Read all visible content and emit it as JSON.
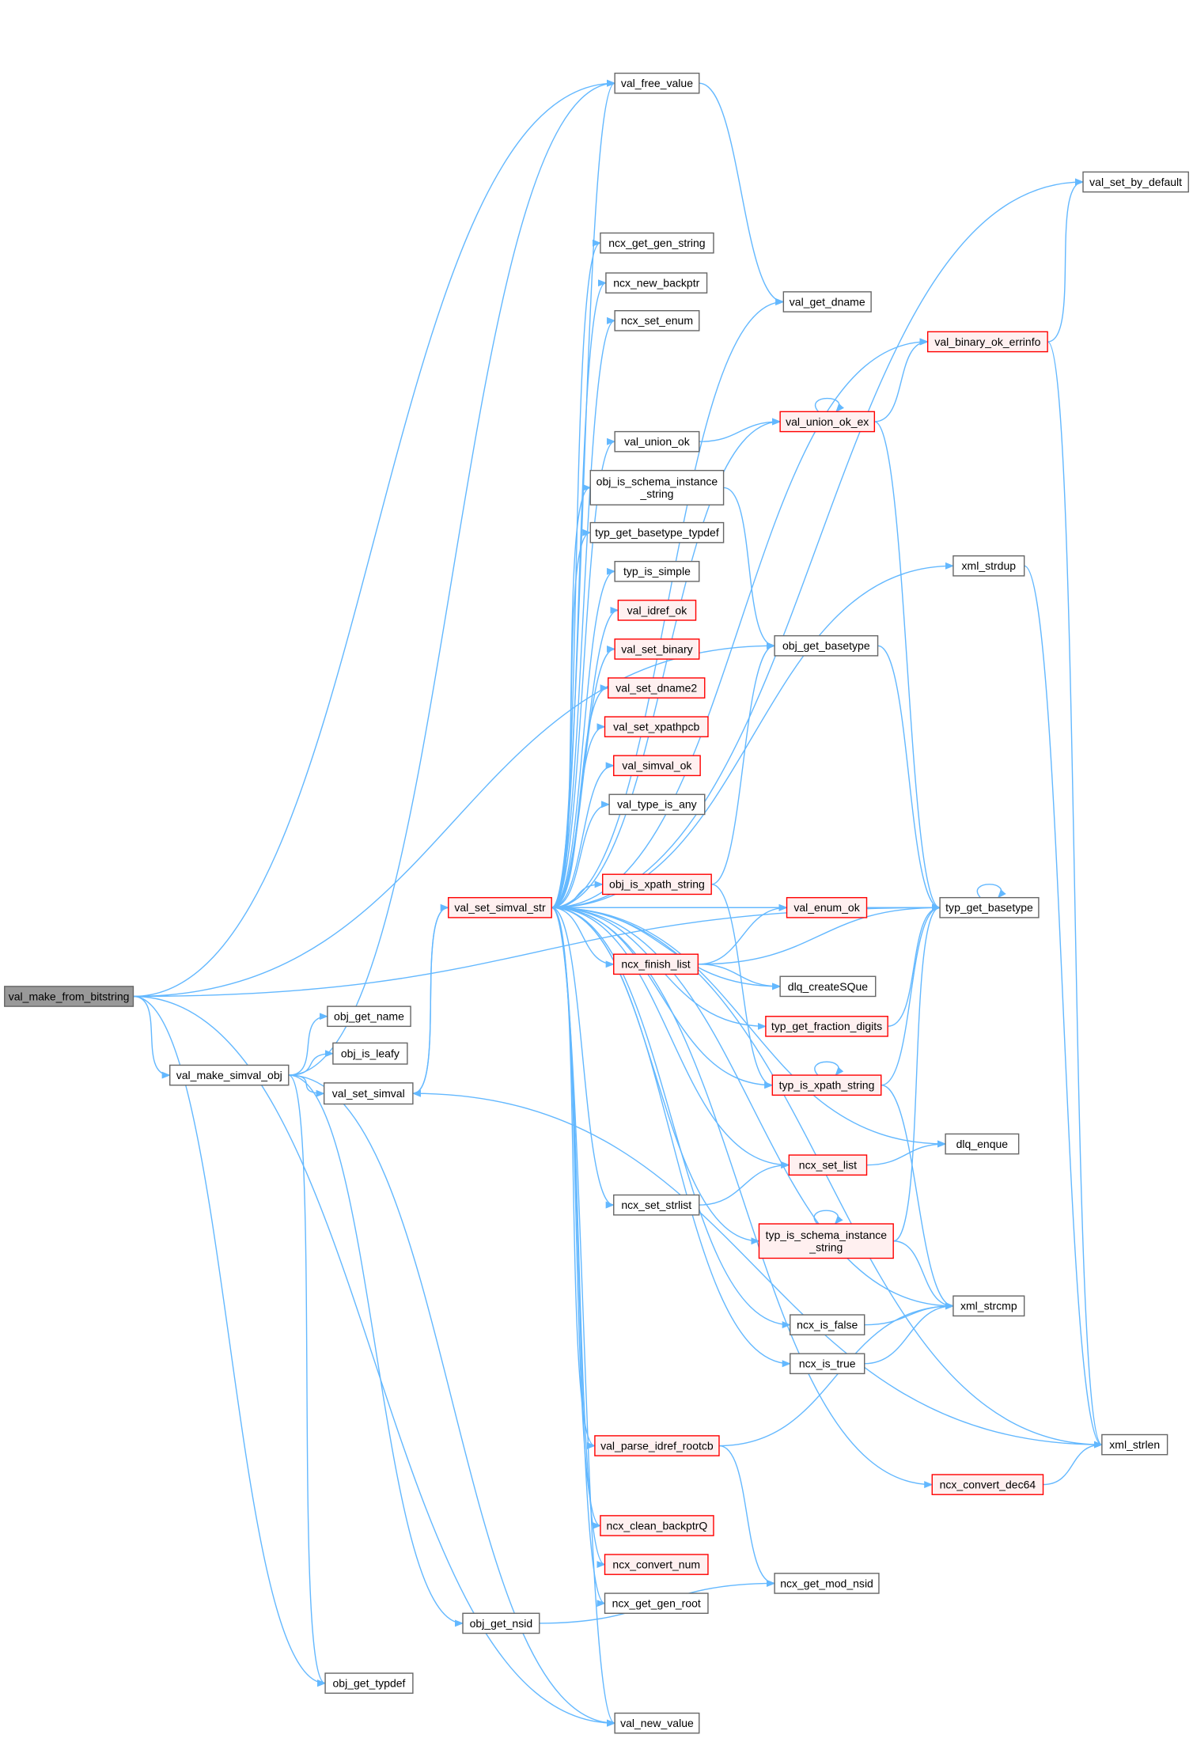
{
  "graph": {
    "edge_color": "#63b8ff",
    "root_fill": "#999999",
    "truncated_border": "#ff0000",
    "nodes": {
      "val_make_from_bitstring": {
        "lines": [
          "val_make_from_bitstring"
        ],
        "kind": "root"
      },
      "val_make_simval_obj": {
        "lines": [
          "val_make_simval_obj"
        ],
        "kind": "normal"
      },
      "obj_get_name": {
        "lines": [
          "obj_get_name"
        ],
        "kind": "normal"
      },
      "obj_is_leafy": {
        "lines": [
          "obj_is_leafy"
        ],
        "kind": "normal"
      },
      "val_set_simval": {
        "lines": [
          "val_set_simval"
        ],
        "kind": "normal"
      },
      "obj_get_nsid": {
        "lines": [
          "obj_get_nsid"
        ],
        "kind": "normal"
      },
      "obj_get_typdef": {
        "lines": [
          "obj_get_typdef"
        ],
        "kind": "normal"
      },
      "val_set_simval_str": {
        "lines": [
          "val_set_simval_str"
        ],
        "kind": "truncated"
      },
      "val_free_value": {
        "lines": [
          "val_free_value"
        ],
        "kind": "normal"
      },
      "ncx_get_gen_string": {
        "lines": [
          "ncx_get_gen_string"
        ],
        "kind": "normal"
      },
      "ncx_new_backptr": {
        "lines": [
          "ncx_new_backptr"
        ],
        "kind": "normal"
      },
      "ncx_set_enum": {
        "lines": [
          "ncx_set_enum"
        ],
        "kind": "normal"
      },
      "val_union_ok": {
        "lines": [
          "val_union_ok"
        ],
        "kind": "normal"
      },
      "obj_is_schema_instance_string": {
        "lines": [
          "obj_is_schema_instance",
          "_string"
        ],
        "kind": "normal"
      },
      "typ_get_basetype_typdef": {
        "lines": [
          "typ_get_basetype_typdef"
        ],
        "kind": "normal"
      },
      "typ_is_simple": {
        "lines": [
          "typ_is_simple"
        ],
        "kind": "normal"
      },
      "val_idref_ok": {
        "lines": [
          "val_idref_ok"
        ],
        "kind": "truncated"
      },
      "val_set_binary": {
        "lines": [
          "val_set_binary"
        ],
        "kind": "truncated"
      },
      "val_set_dname2": {
        "lines": [
          "val_set_dname2"
        ],
        "kind": "truncated"
      },
      "val_set_xpathpcb": {
        "lines": [
          "val_set_xpathpcb"
        ],
        "kind": "truncated"
      },
      "val_simval_ok": {
        "lines": [
          "val_simval_ok"
        ],
        "kind": "truncated"
      },
      "val_type_is_any": {
        "lines": [
          "val_type_is_any"
        ],
        "kind": "normal"
      },
      "obj_is_xpath_string": {
        "lines": [
          "obj_is_xpath_string"
        ],
        "kind": "truncated"
      },
      "ncx_finish_list": {
        "lines": [
          "ncx_finish_list"
        ],
        "kind": "truncated"
      },
      "ncx_set_strlist": {
        "lines": [
          "ncx_set_strlist"
        ],
        "kind": "normal"
      },
      "val_parse_idref_rootcb": {
        "lines": [
          "val_parse_idref_rootcb"
        ],
        "kind": "truncated"
      },
      "ncx_clean_backptrQ": {
        "lines": [
          "ncx_clean_backptrQ"
        ],
        "kind": "truncated"
      },
      "ncx_convert_num": {
        "lines": [
          "ncx_convert_num"
        ],
        "kind": "truncated"
      },
      "ncx_get_gen_root": {
        "lines": [
          "ncx_get_gen_root"
        ],
        "kind": "normal"
      },
      "val_new_value": {
        "lines": [
          "val_new_value"
        ],
        "kind": "normal"
      },
      "val_get_dname": {
        "lines": [
          "val_get_dname"
        ],
        "kind": "normal"
      },
      "val_union_ok_ex": {
        "lines": [
          "val_union_ok_ex"
        ],
        "kind": "truncated"
      },
      "obj_get_basetype": {
        "lines": [
          "obj_get_basetype"
        ],
        "kind": "normal"
      },
      "val_enum_ok": {
        "lines": [
          "val_enum_ok"
        ],
        "kind": "truncated"
      },
      "dlq_createSQue": {
        "lines": [
          "dlq_createSQue"
        ],
        "kind": "normal"
      },
      "typ_get_fraction_digits": {
        "lines": [
          "typ_get_fraction_digits"
        ],
        "kind": "truncated"
      },
      "typ_is_xpath_string": {
        "lines": [
          "typ_is_xpath_string"
        ],
        "kind": "truncated"
      },
      "ncx_set_list": {
        "lines": [
          "ncx_set_list"
        ],
        "kind": "truncated"
      },
      "typ_is_schema_instance_string": {
        "lines": [
          "typ_is_schema_instance",
          "_string"
        ],
        "kind": "truncated"
      },
      "ncx_is_false": {
        "lines": [
          "ncx_is_false"
        ],
        "kind": "normal"
      },
      "ncx_is_true": {
        "lines": [
          "ncx_is_true"
        ],
        "kind": "normal"
      },
      "ncx_get_mod_nsid": {
        "lines": [
          "ncx_get_mod_nsid"
        ],
        "kind": "normal"
      },
      "ncx_convert_dec64": {
        "lines": [
          "ncx_convert_dec64"
        ],
        "kind": "truncated"
      },
      "val_set_by_default": {
        "lines": [
          "val_set_by_default"
        ],
        "kind": "normal"
      },
      "val_binary_ok_errinfo": {
        "lines": [
          "val_binary_ok_errinfo"
        ],
        "kind": "truncated"
      },
      "xml_strdup": {
        "lines": [
          "xml_strdup"
        ],
        "kind": "normal"
      },
      "typ_get_basetype": {
        "lines": [
          "typ_get_basetype"
        ],
        "kind": "normal"
      },
      "dlq_enque": {
        "lines": [
          "dlq_enque"
        ],
        "kind": "normal"
      },
      "xml_strcmp": {
        "lines": [
          "xml_strcmp"
        ],
        "kind": "normal"
      },
      "xml_strlen": {
        "lines": [
          "xml_strlen"
        ],
        "kind": "normal"
      }
    },
    "edges": [
      [
        "val_make_from_bitstring",
        "val_make_simval_obj"
      ],
      [
        "val_make_from_bitstring",
        "val_free_value"
      ],
      [
        "val_make_from_bitstring",
        "obj_get_basetype"
      ],
      [
        "val_make_from_bitstring",
        "typ_get_basetype"
      ],
      [
        "val_make_from_bitstring",
        "obj_get_typdef"
      ],
      [
        "val_make_from_bitstring",
        "val_new_value"
      ],
      [
        "val_make_simval_obj",
        "obj_get_name"
      ],
      [
        "val_make_simval_obj",
        "obj_is_leafy"
      ],
      [
        "val_make_simval_obj",
        "val_set_simval"
      ],
      [
        "val_make_simval_obj",
        "val_free_value"
      ],
      [
        "val_make_simval_obj",
        "obj_get_nsid"
      ],
      [
        "val_make_simval_obj",
        "obj_get_typdef"
      ],
      [
        "val_make_simval_obj",
        "val_new_value"
      ],
      [
        "val_set_simval",
        "val_set_simval_str"
      ],
      [
        "val_set_simval_str",
        "val_set_simval"
      ],
      [
        "val_set_simval",
        "xml_strlen"
      ],
      [
        "val_set_simval_str",
        "val_free_value"
      ],
      [
        "val_set_simval_str",
        "val_set_by_default"
      ],
      [
        "val_set_simval_str",
        "ncx_get_gen_string"
      ],
      [
        "val_set_simval_str",
        "ncx_new_backptr"
      ],
      [
        "val_set_simval_str",
        "ncx_set_enum"
      ],
      [
        "val_set_simval_str",
        "val_get_dname"
      ],
      [
        "val_set_simval_str",
        "val_union_ok_ex"
      ],
      [
        "val_set_simval_str",
        "val_union_ok"
      ],
      [
        "val_set_simval_str",
        "obj_is_schema_instance_string"
      ],
      [
        "val_set_simval_str",
        "typ_get_basetype_typdef"
      ],
      [
        "val_set_simval_str",
        "typ_is_simple"
      ],
      [
        "val_set_simval_str",
        "val_idref_ok"
      ],
      [
        "val_set_simval_str",
        "val_set_binary"
      ],
      [
        "val_set_simval_str",
        "val_set_dname2"
      ],
      [
        "val_set_simval_str",
        "val_set_xpathpcb"
      ],
      [
        "val_set_simval_str",
        "val_simval_ok"
      ],
      [
        "val_set_simval_str",
        "val_type_is_any"
      ],
      [
        "val_set_simval_str",
        "obj_is_xpath_string"
      ],
      [
        "val_set_simval_str",
        "typ_get_basetype"
      ],
      [
        "val_set_simval_str",
        "val_enum_ok"
      ],
      [
        "val_set_simval_str",
        "ncx_finish_list"
      ],
      [
        "val_set_simval_str",
        "dlq_createSQue"
      ],
      [
        "val_set_simval_str",
        "typ_get_fraction_digits"
      ],
      [
        "val_set_simval_str",
        "typ_is_xpath_string"
      ],
      [
        "val_set_simval_str",
        "dlq_enque"
      ],
      [
        "val_set_simval_str",
        "ncx_set_list"
      ],
      [
        "val_set_simval_str",
        "ncx_set_strlist"
      ],
      [
        "val_set_simval_str",
        "typ_is_schema_instance_string"
      ],
      [
        "val_set_simval_str",
        "xml_strcmp"
      ],
      [
        "val_set_simval_str",
        "ncx_is_false"
      ],
      [
        "val_set_simval_str",
        "ncx_is_true"
      ],
      [
        "val_set_simval_str",
        "xml_strlen"
      ],
      [
        "val_set_simval_str",
        "val_parse_idref_rootcb"
      ],
      [
        "val_set_simval_str",
        "ncx_convert_dec64"
      ],
      [
        "val_set_simval_str",
        "ncx_clean_backptrQ"
      ],
      [
        "val_set_simval_str",
        "ncx_convert_num"
      ],
      [
        "val_set_simval_str",
        "ncx_get_gen_root"
      ],
      [
        "val_set_simval_str",
        "val_new_value"
      ],
      [
        "val_set_simval_str",
        "xml_strdup"
      ],
      [
        "val_set_simval_str",
        "val_binary_ok_errinfo"
      ],
      [
        "val_free_value",
        "val_get_dname"
      ],
      [
        "val_union_ok",
        "val_union_ok_ex"
      ],
      [
        "val_union_ok_ex",
        "val_union_ok_ex"
      ],
      [
        "val_union_ok_ex",
        "val_binary_ok_errinfo"
      ],
      [
        "val_union_ok_ex",
        "typ_get_basetype"
      ],
      [
        "val_binary_ok_errinfo",
        "val_set_by_default"
      ],
      [
        "val_binary_ok_errinfo",
        "xml_strlen"
      ],
      [
        "obj_is_schema_instance_string",
        "obj_get_basetype"
      ],
      [
        "obj_get_basetype",
        "typ_get_basetype"
      ],
      [
        "obj_is_xpath_string",
        "obj_get_basetype"
      ],
      [
        "obj_is_xpath_string",
        "typ_is_xpath_string"
      ],
      [
        "val_enum_ok",
        "typ_get_basetype"
      ],
      [
        "ncx_finish_list",
        "val_enum_ok"
      ],
      [
        "ncx_finish_list",
        "typ_get_basetype"
      ],
      [
        "ncx_finish_list",
        "dlq_createSQue"
      ],
      [
        "typ_get_fraction_digits",
        "typ_get_basetype"
      ],
      [
        "typ_is_xpath_string",
        "typ_is_xpath_string"
      ],
      [
        "typ_is_xpath_string",
        "typ_get_basetype"
      ],
      [
        "typ_is_xpath_string",
        "xml_strcmp"
      ],
      [
        "ncx_set_list",
        "dlq_enque"
      ],
      [
        "ncx_set_strlist",
        "ncx_set_list"
      ],
      [
        "typ_is_schema_instance_string",
        "typ_is_schema_instance_string"
      ],
      [
        "typ_is_schema_instance_string",
        "typ_get_basetype"
      ],
      [
        "typ_is_schema_instance_string",
        "xml_strcmp"
      ],
      [
        "ncx_is_false",
        "xml_strcmp"
      ],
      [
        "ncx_is_true",
        "xml_strcmp"
      ],
      [
        "val_parse_idref_rootcb",
        "xml_strcmp"
      ],
      [
        "val_parse_idref_rootcb",
        "ncx_get_mod_nsid"
      ],
      [
        "ncx_convert_dec64",
        "xml_strlen"
      ],
      [
        "obj_get_nsid",
        "ncx_get_mod_nsid"
      ],
      [
        "xml_strdup",
        "xml_strlen"
      ],
      [
        "typ_get_basetype",
        "typ_get_basetype"
      ]
    ]
  }
}
